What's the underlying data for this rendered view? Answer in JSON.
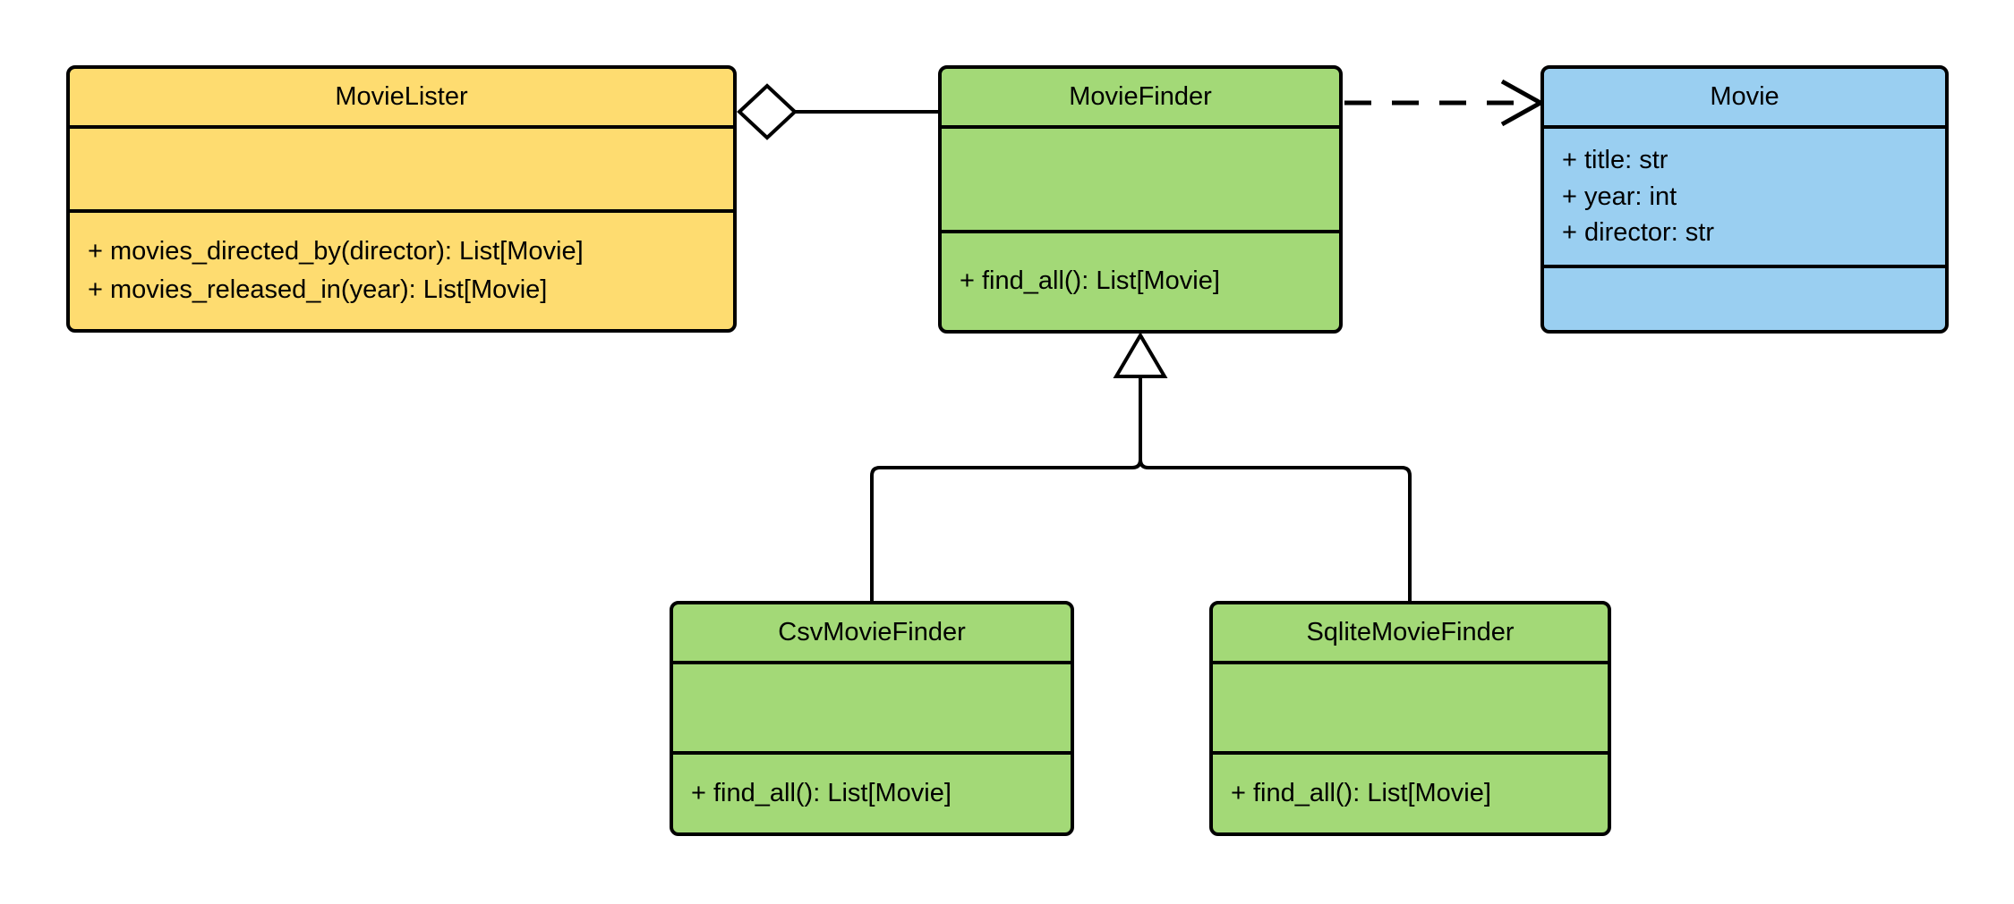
{
  "canvas": {
    "background": "#ffffff"
  },
  "colors": {
    "movielister_fill": "#FEDC70",
    "finder_fill": "#A3D977",
    "movie_fill": "#9ACFF1",
    "stroke": "#000000",
    "text": "#000000"
  },
  "classes": {
    "movie_lister": {
      "name": "MovieLister",
      "attributes": [],
      "methods": [
        "+ movies_directed_by(director): List[Movie]",
        "+ movies_released_in(year): List[Movie]"
      ]
    },
    "movie_finder": {
      "name": "MovieFinder",
      "attributes": [],
      "methods": [
        "+ find_all(): List[Movie]"
      ]
    },
    "movie": {
      "name": "Movie",
      "attributes": [
        "+ title: str",
        "+ year: int",
        "+ director: str"
      ],
      "methods": []
    },
    "csv_movie_finder": {
      "name": "CsvMovieFinder",
      "attributes": [],
      "methods": [
        "+ find_all(): List[Movie]"
      ]
    },
    "sqlite_movie_finder": {
      "name": "SqliteMovieFinder",
      "attributes": [],
      "methods": [
        "+ find_all(): List[Movie]"
      ]
    }
  },
  "relationships": [
    {
      "type": "aggregation",
      "from": "MovieLister",
      "to": "MovieFinder",
      "marker": "hollow-diamond",
      "line": "solid"
    },
    {
      "type": "dependency",
      "from": "MovieFinder",
      "to": "Movie",
      "marker": "open-arrow",
      "line": "dashed"
    },
    {
      "type": "generalization",
      "from": "CsvMovieFinder",
      "to": "MovieFinder",
      "marker": "hollow-triangle",
      "line": "solid"
    },
    {
      "type": "generalization",
      "from": "SqliteMovieFinder",
      "to": "MovieFinder",
      "marker": "hollow-triangle",
      "line": "solid"
    }
  ]
}
